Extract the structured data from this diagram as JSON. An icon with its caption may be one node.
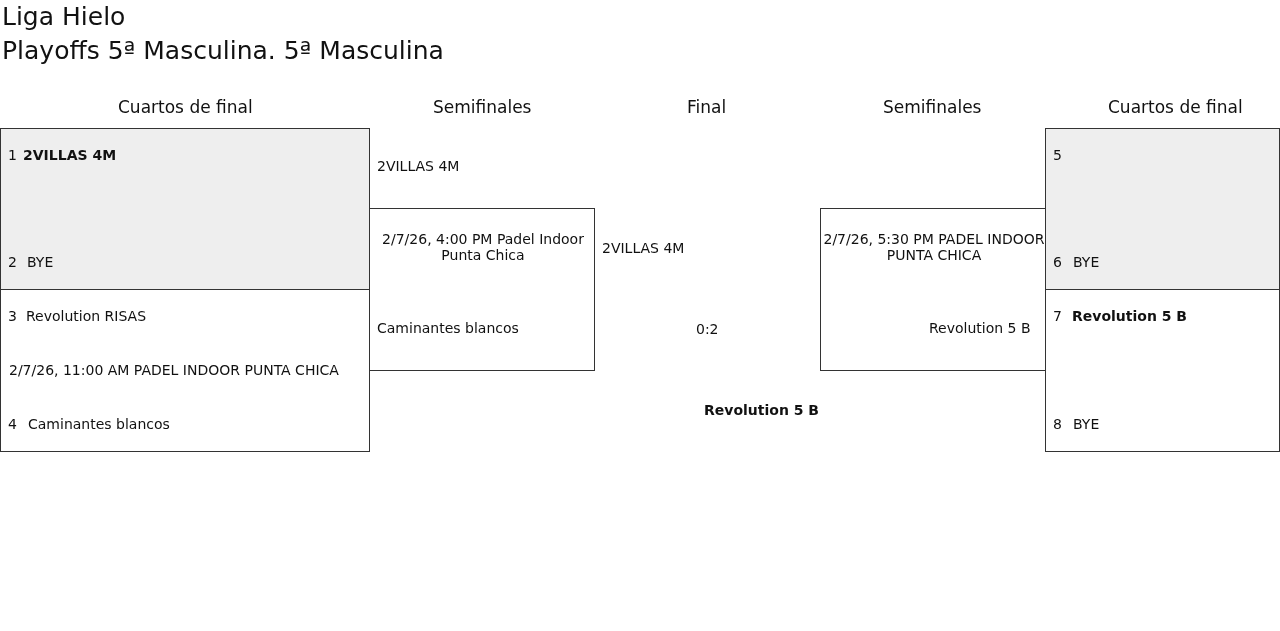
{
  "diagram": {
    "title": "Liga Hielo",
    "nodes": [
      {
        "text": [
          "1",
          "2VILLAS 4M",
          "2",
          "BYE"
        ]
      },
      {
        "text": [
          "3",
          "Revolution RISAS",
          "2/7/26, 11:00 AM PADEL INDOOR PUNTA CHICA",
          "4",
          "Caminantes blancos"
        ]
      },
      {
        "text": [
          "2/7/26, 4:00 PM Padel Indoor Punta Chica"
        ]
      },
      {
        "text": [
          "2/7/26, 5:30 PM PADEL INDOOR PUNTA CHICA"
        ]
      },
      {
        "text": [
          "5",
          "6",
          "BYE"
        ]
      },
      {
        "text": [
          "7",
          "Revolution 5 B",
          "8",
          "BYE"
        ]
      }
    ],
    "labels": [
      "Playoffs 5ª Masculina. 5ª Masculina",
      "Cuartos de final",
      "Semifinales",
      "Final",
      "Semifinales",
      "Cuartos de final",
      "2VILLAS 4M",
      "Caminantes blancos",
      "2VILLAS 4M",
      "0:2",
      "Revolution 5 B",
      "Revolution 5 B"
    ]
  }
}
